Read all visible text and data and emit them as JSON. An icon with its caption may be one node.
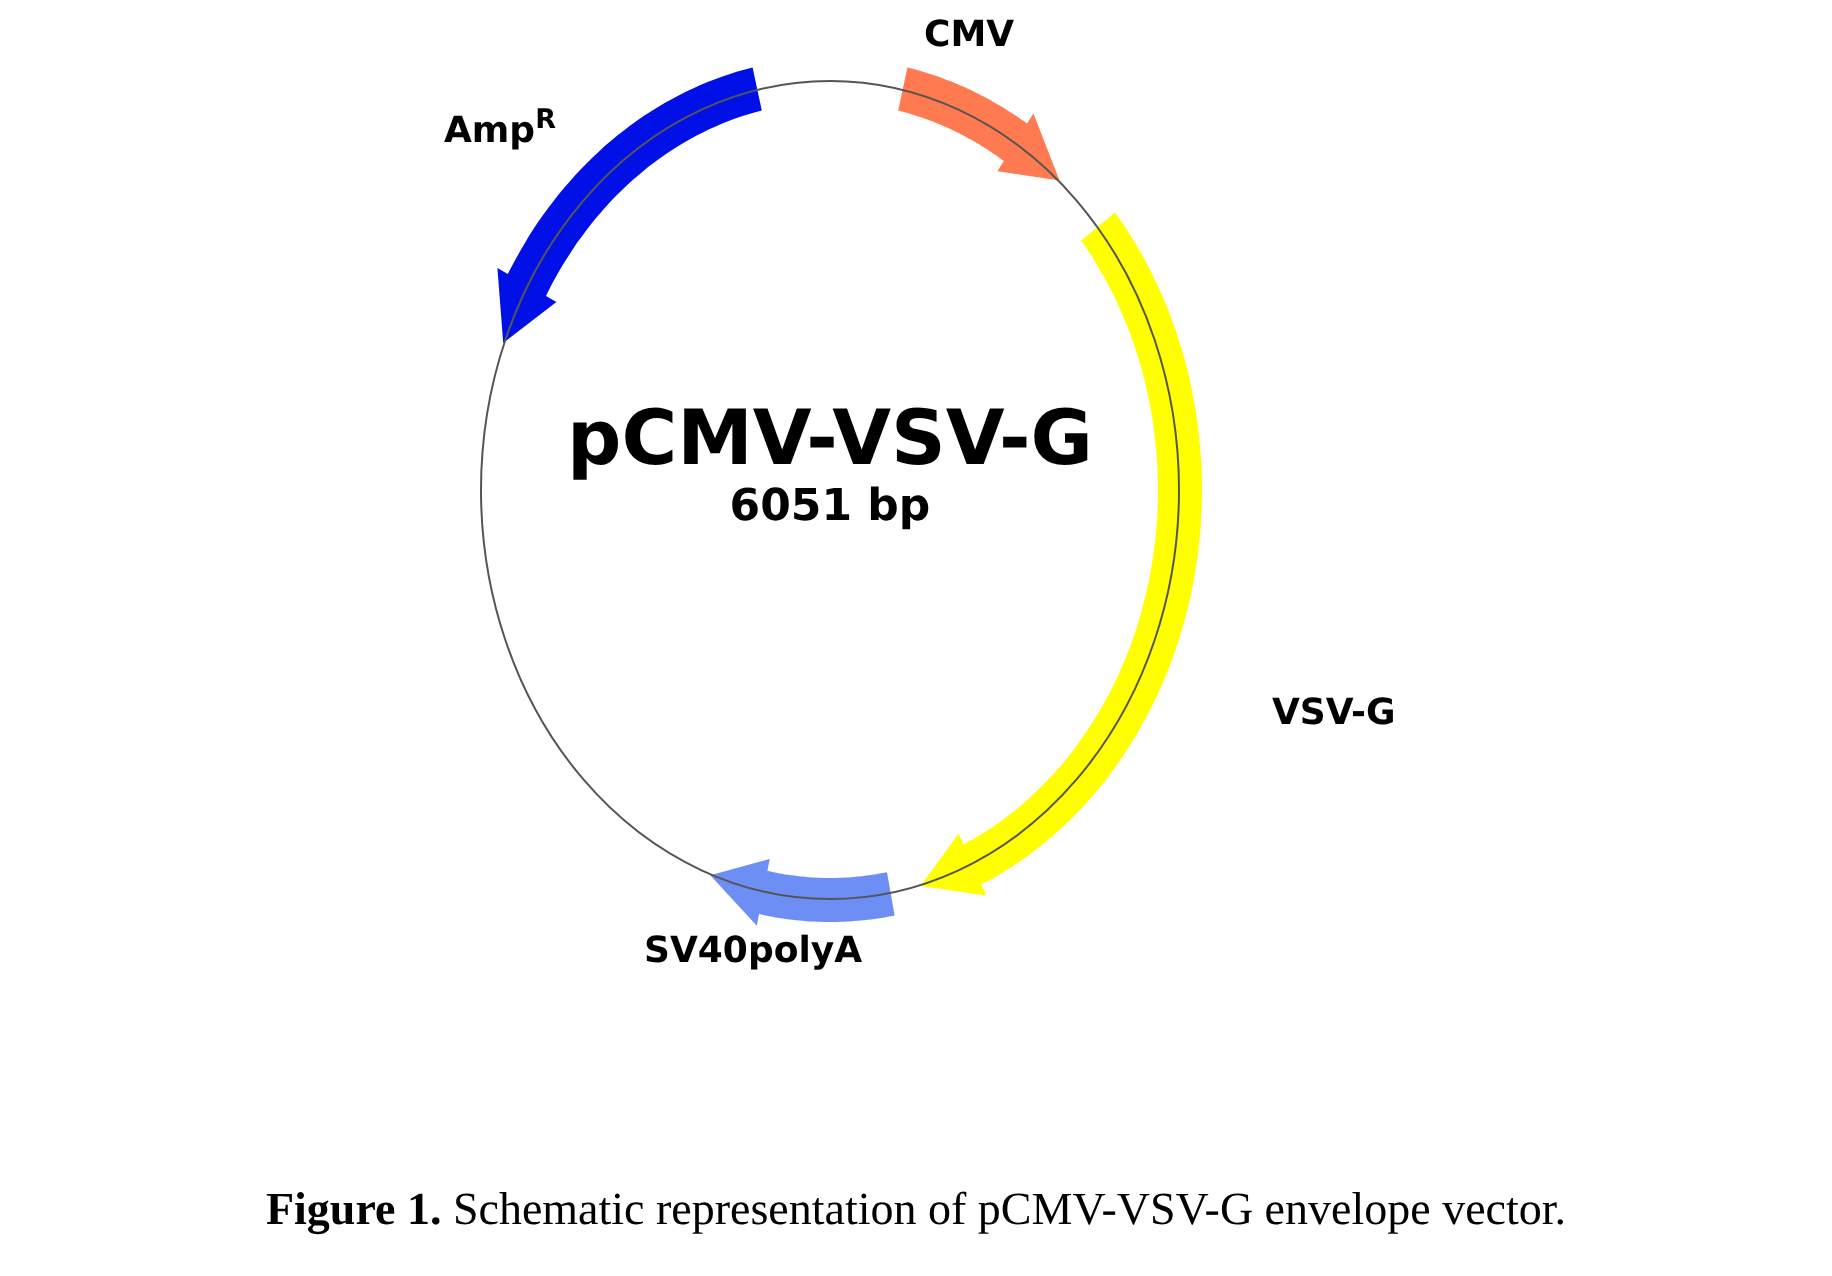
{
  "diagram": {
    "caption": "**Figure 1.** Schematic representation of pCMV-VSV-G envelope vector.",
    "nodes": [
      {
        "text": [
          "pCMV-VSV-G",
          "6051 bp"
        ]
      },
      {
        "text": [
          "CMV"
        ]
      },
      {
        "text": [
          "VSV-G"
        ]
      },
      {
        "text": [
          "SV40polyA"
        ]
      },
      {
        "text": [
          "Amp$^{R}$"
        ]
      }
    ]
  }
}
